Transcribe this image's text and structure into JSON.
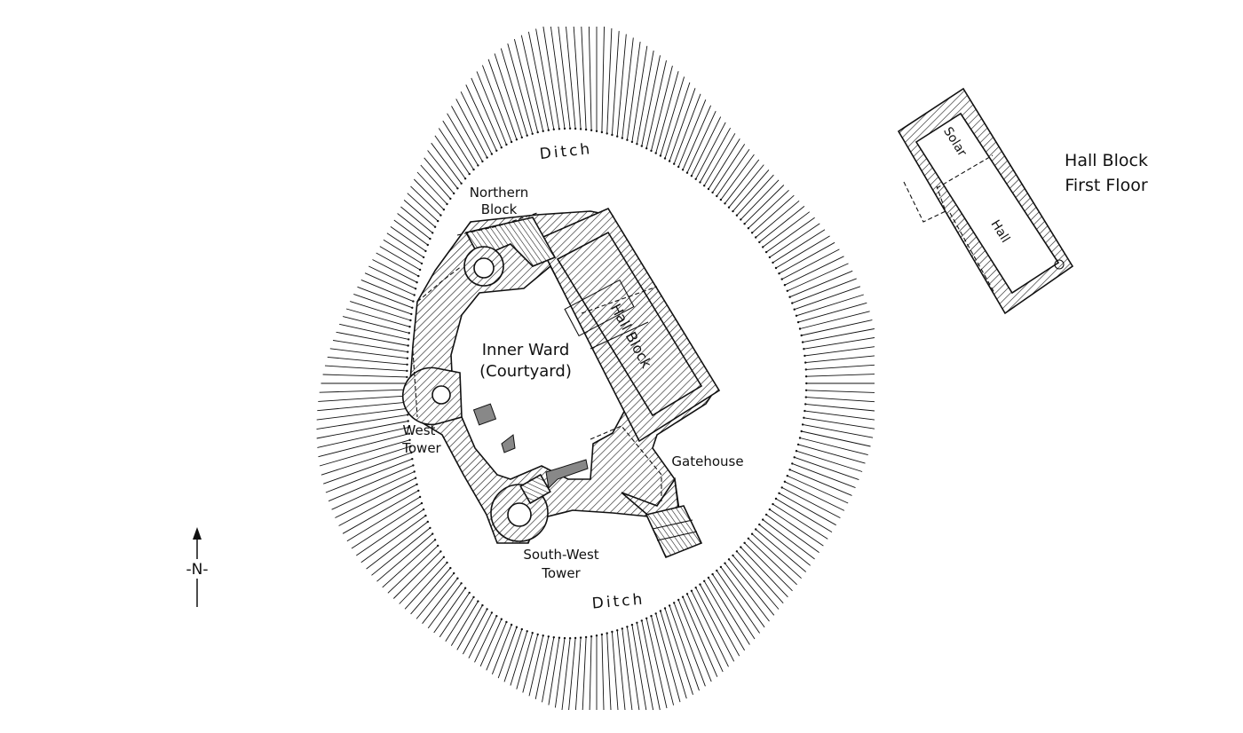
{
  "labels": {
    "ditch_north": "Ditch",
    "ditch_south": "Ditch",
    "northern_block_l1": "Northern",
    "northern_block_l2": "Block",
    "inner_ward_l1": "Inner Ward",
    "inner_ward_l2": "(Courtyard)",
    "hall_block": "Hall Block",
    "west_tower_l1": "West",
    "west_tower_l2": "Tower",
    "gatehouse": "Gatehouse",
    "south_west_tower_l1": "South-West",
    "south_west_tower_l2": "Tower",
    "first_floor_l1": "Hall Block",
    "first_floor_l2": "First Floor",
    "solar": "Solar",
    "hall": "Hall",
    "north_marker": "-N-"
  },
  "icons": {
    "north_arrow": "north-arrow-icon"
  },
  "colors": {
    "ink": "#111111",
    "background": "#ffffff",
    "feature": "#888888"
  }
}
